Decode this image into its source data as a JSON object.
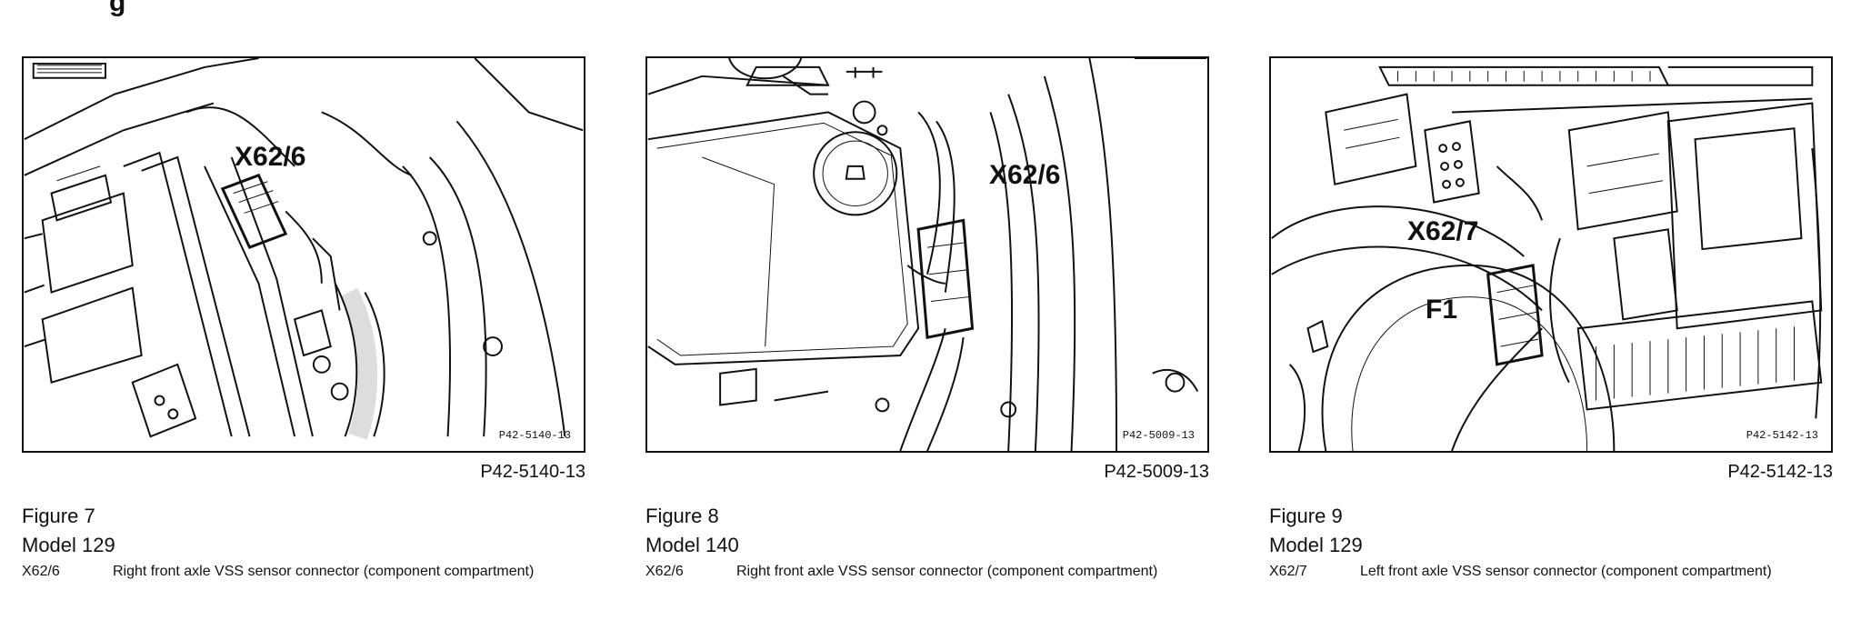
{
  "page": {
    "heading": "g"
  },
  "figures": [
    {
      "callouts": [
        "X62/6"
      ],
      "inset_code": "P42-5140-13",
      "code": "P42-5140-13",
      "title": "Figure 7",
      "model": "Model 129",
      "legend_code": "X62/6",
      "legend_text": "Right front axle VSS sensor connector (component compartment)"
    },
    {
      "callouts": [
        "X62/6"
      ],
      "inset_code": "P42-5009-13",
      "code": "P42-5009-13",
      "title": "Figure 8",
      "model": "Model 140",
      "legend_code": "X62/6",
      "legend_text": "Right front axle VSS sensor connector (component compartment)"
    },
    {
      "callouts": [
        "X62/7",
        "F1"
      ],
      "inset_code": "P42-5142-13",
      "code": "P42-5142-13",
      "title": "Figure 9",
      "model": "Model 129",
      "legend_code": "X62/7",
      "legend_text": "Left front axle VSS sensor connector (component compartment)"
    }
  ]
}
